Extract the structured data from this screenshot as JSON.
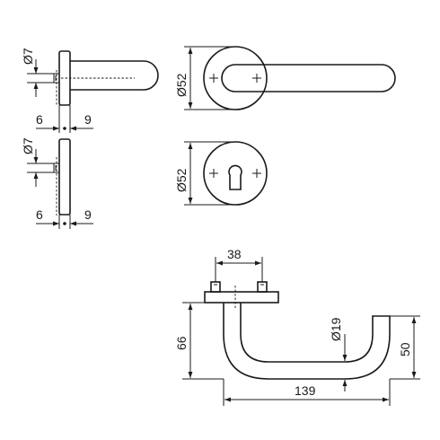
{
  "dimensions": {
    "rose_pin_diameter": "Ø7",
    "rose_offset_left": "6",
    "rose_offset_right": "9",
    "escutcheon_pin_diameter": "Ø7",
    "escutcheon_offset_left": "6",
    "escutcheon_offset_right": "9",
    "rose_diameter": "Ø52",
    "escutcheon_diameter": "Ø52",
    "fixing_spacing": "38",
    "lever_diameter": "Ø19",
    "lever_height": "66",
    "lever_return_height": "50",
    "lever_length": "139"
  },
  "colors": {
    "line": "#1a1a1a",
    "background": "#ffffff"
  }
}
